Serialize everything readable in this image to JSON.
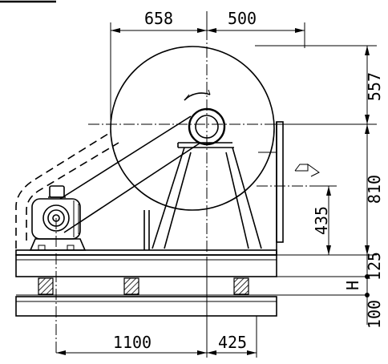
{
  "drawing": {
    "dimensions": {
      "top_left": "658",
      "top_right": "500",
      "right_upper": "557",
      "right_middle": "810",
      "inner_height": "435",
      "base_top": "125",
      "spacer": "H",
      "base_bottom": "100",
      "bottom_left": "1100",
      "bottom_right": "425"
    },
    "symbols": {
      "flow_arrow": "airflow-arrow"
    }
  }
}
